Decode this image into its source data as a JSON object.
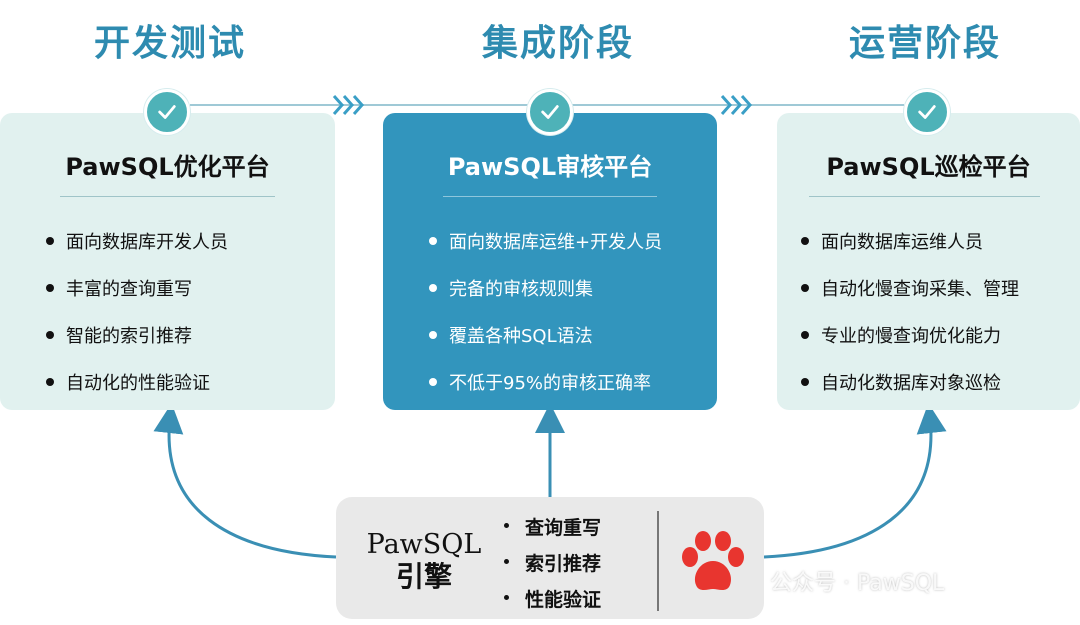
{
  "stages": [
    {
      "title": "开发测试"
    },
    {
      "title": "集成阶段"
    },
    {
      "title": "运营阶段"
    }
  ],
  "cards": [
    {
      "title": "PawSQL优化平台",
      "items": [
        "面向数据库开发人员",
        "丰富的查询重写",
        "智能的索引推荐",
        "自动化的性能验证"
      ]
    },
    {
      "title": "PawSQL审核平台",
      "items": [
        "面向数据库运维+开发人员",
        "完备的审核规则集",
        "覆盖各种SQL语法",
        "不低于95%的审核正确率"
      ]
    },
    {
      "title": "PawSQL巡检平台",
      "items": [
        "面向数据库运维人员",
        "自动化慢查询采集、管理",
        "专业的慢查询优化能力",
        "自动化数据库对象巡检"
      ]
    }
  ],
  "engine": {
    "name_line1": "PawSQL",
    "name_line2": "引擎",
    "features": [
      "查询重写",
      "索引推荐",
      "性能验证"
    ],
    "logo_icon": "paw-icon"
  },
  "watermark": "公众号 · PawSQL",
  "colors": {
    "title_blue": "#2e8bb0",
    "card_light": "#e1f1ef",
    "card_dark": "#3295bd",
    "check_teal": "#4eb2b8",
    "paw_red": "#e8352f",
    "line_blue": "#3a8fb4"
  }
}
